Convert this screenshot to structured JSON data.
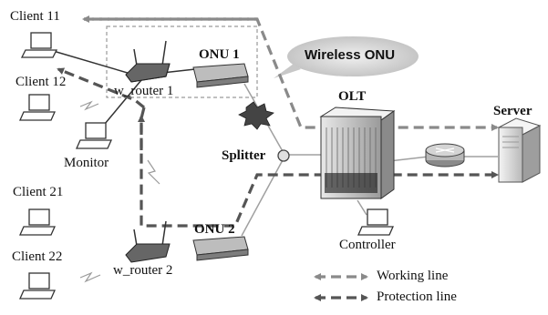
{
  "labels": {
    "client11": "Client 11",
    "client12": "Client 12",
    "client21": "Client 21",
    "client22": "Client 22",
    "monitor": "Monitor",
    "w_router1": "w_router 1",
    "w_router2": "w_router 2",
    "onu1": "ONU 1",
    "onu2": "ONU 2",
    "wireless_onu": "Wireless ONU",
    "olt": "OLT",
    "splitter": "Splitter",
    "server": "Server",
    "controller": "Controller"
  },
  "legend": {
    "working": "Working line",
    "protection": "Protection line"
  },
  "colors": {
    "working_line": "#8a8a8a",
    "protection_line": "#555555",
    "fiber_line": "#9a9a9a",
    "bubble": "#d9d9d9"
  }
}
